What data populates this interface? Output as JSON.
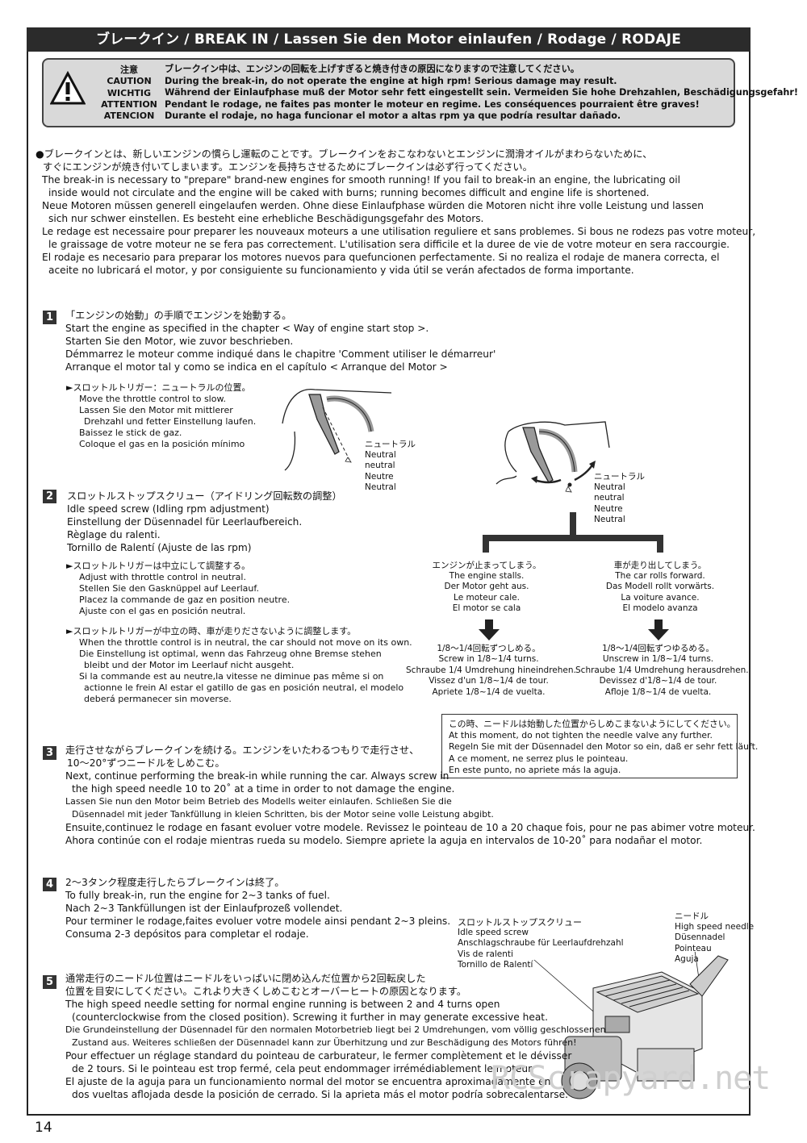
{
  "title": "ブレークイン / BREAK IN / Lassen Sie den Motor einlaufen / Rodage / RODAJE",
  "caution": {
    "labels": [
      "注意",
      "CAUTION",
      "WICHTIG",
      "ATTENTION",
      "ATENCION"
    ],
    "messages": [
      "ブレークイン中は、エンジンの回転を上げすぎると焼き付きの原因になりますので注意してください。",
      "During the break-in, do not operate the engine at high rpm!  Serious damage may result.",
      "Während der Einlaufphase muß der Motor sehr fett eingestellt sein.  Vermeiden Sie hohe Drehzahlen, Beschädigungsgefahr!",
      "Pendant le rodage, ne faites pas monter le moteur en regime.  Les conséquences pourraient être graves!",
      "Durante el rodaje, no haga funcionar el motor a altas rpm ya que podría resultar dañado."
    ]
  },
  "intro": [
    "●ブレークインとは、新しいエンジンの慣らし運転のことです。ブレークインをおこなわないとエンジンに潤滑オイルがまわらないために、",
    "すぐにエンジンが焼き付いてしまいます。エンジンを長持ちさせるためにブレークインは必ず行ってください。",
    "The break-in is necessary to \"prepare\" brand-new engines for smooth running!  If you fail to break-in an engine, the lubricating oil",
    "inside would not circulate and the engine will be caked with burns; running becomes difficult and engine life is shortened.",
    "Neue Motoren müssen generell eingelaufen werden.  Ohne diese Einlaufphase würden die Motoren nicht ihre volle Leistung und lassen",
    "sich nur schwer einstellen.  Es besteht eine erhebliche Beschädigungsgefahr des Motors.",
    "Le redage est necessaire pour preparer les nouveaux moteurs a une utilisation reguliere et sans problemes. Si bous ne rodezs pas votre moteur,",
    "le graissage de votre moteur ne se fera pas correctement.  L'utilisation sera difficile et la duree de vie de votre moteur en sera raccourgie.",
    "El rodaje es necesario para preparar los motores nuevos para quefuncionen perfectamente.  Si no realiza el rodaje de manera correcta, el",
    "aceite no lubricará el motor, y por consiguiente su funcionamiento y vida útil se verán afectados de forma importante."
  ],
  "steps": {
    "s1": {
      "num": "1",
      "lines": [
        "「エンジンの始動」の手順でエンジンを始動する。",
        "Start the engine as specified in the chapter < Way of engine start stop >.",
        "Starten Sie den Motor, wie zuvor beschrieben.",
        "Démmarrez le moteur comme indiqué dans le chapitre 'Comment utiliser le démarreur'",
        "Arranque el motor tal y como se indica en el capítulo < Arranque del Motor >"
      ],
      "sub": [
        "►スロットルトリガー：ニュートラルの位置。",
        "Move the throttle control to slow.",
        "Lassen Sie den Motor mit mittlerer",
        "Drehzahl und fetter Einstellung laufen.",
        "Baissez le stick de gaz.",
        "Coloque el gas en la posición mínimo"
      ]
    },
    "s2": {
      "num": "2",
      "lines": [
        "スロットルストップスクリュー（アイドリング回転数の調整）",
        "Idle speed screw (Idling rpm adjustment)",
        "Einstellung der Düsennadel für Leerlaufbereich.",
        "Règlage du ralenti.",
        "Tornillo de Ralentí (Ajuste de las rpm)"
      ],
      "sub1": [
        "►スロットルトリガーは中立にして調整する。",
        "Adjust with throttle control in neutral.",
        "Stellen Sie den Gasknüppel auf Leerlauf.",
        "Placez la commande de gaz en position neutre.",
        "Ajuste con el gas en posición neutral."
      ],
      "sub2": [
        "►スロットルトリガーが中立の時、車が走りださないように調整します。",
        "When the throttle control is in neutral, the car should not move on its own.",
        "Die Einstellung ist optimal, wenn das Fahrzeug ohne Bremse stehen",
        "bleibt und der Motor im Leerlauf nicht ausgeht.",
        "Si la commande est au neutre,la vitesse ne diminue pas même si on",
        "actionne le frein Al estar el gatillo de gas en posición neutral, el modelo",
        "deberá permanecer sin moverse."
      ]
    },
    "s3": {
      "num": "3",
      "lines": [
        "走行させながらブレークインを続ける。エンジンをいたわるつもりで走行させ、",
        "10〜20°ずつニードルをしめこむ。",
        "Next, continue performing the break-in while running the car.  Always screw in",
        "the high speed needle 10 to 20˚ at a time in order to not damage the engine.",
        "Lassen Sie nun den Motor beim Betrieb des Modells weiter einlaufen.  Schließen Sie die",
        "Düsennadel mit jeder Tankfüllung in kleien Schritten, bis der Motor seine volle Leistung abgibt.",
        "Ensuite,continuez le rodage en fasant evoluer votre modele.  Revissez le pointeau de 10 a 20 chaque fois, pour ne pas abimer votre moteur.",
        "Ahora continúe con el rodaje mientras rueda su modelo.  Siempre apriete la aguja en intervalos de 10-20˚ para nodañar el motor."
      ]
    },
    "s4": {
      "num": "4",
      "lines": [
        "2〜3タンク程度走行したらブレークインは終了。",
        "To fully break-in, run the engine for 2~3 tanks of fuel.",
        "Nach 2~3 Tankfüllungen ist der Einlaufprozeß vollendet.",
        "Pour terminer le rodage,faites evoluer votre modele ainsi pendant 2~3 pleins.",
        "Consuma 2-3 depósitos para completar el rodaje."
      ]
    },
    "s5": {
      "num": "5",
      "lines": [
        "通常走行のニードル位置はニードルをいっぱいに閉め込んだ位置から2回転戻した",
        "位置を目安にしてください。これより大きくしめこむとオーバーヒートの原因となります。",
        "The high speed needle setting for normal engine running is between 2 and 4 turns open",
        "(counterclockwise from the closed position). Screwing it further in may generate excessive heat.",
        "Die Grundeinstellung der Düsennadel für den normalen Motorbetrieb liegt bei 2 Umdrehungen, vom völlig geschlossenen",
        "Zustand aus. Weiteres schließen der Düsennadel kann zur Überhitzung und zur Beschädigung des Motors führen!",
        "Pour effectuer un réglage standard du pointeau de carburateur, le fermer complètement et le dévisser",
        "de 2 tours. Si le pointeau est trop fermé, cela peut endommager irrémédiablement le moteur.",
        "El ajuste de la aguja para un funcionamiento normal del motor se encuentra aproximadamente en",
        "dos vueltas aflojada desde la posición de cerrado. Si la aprieta más el motor podría sobrecalentarse."
      ]
    }
  },
  "neutral1": [
    "ニュートラル",
    "Neutral",
    "neutral",
    "Neutre",
    "Neutral"
  ],
  "neutral2": [
    "ニュートラル",
    "Neutral",
    "neutral",
    "Neutre",
    "Neutral"
  ],
  "left_branch": {
    "result": [
      "エンジンが止まってしまう。",
      "The engine stalls.",
      "Der Motor geht aus.",
      "Le moteur cale.",
      "El motor se cala"
    ],
    "action": [
      "1/8〜1/4回転ずつしめる。",
      "Screw in 1/8~1/4 turns.",
      "Schraube 1/4 Umdrehung hineindrehen.",
      "Vissez d'un 1/8~1/4 de tour.",
      "Apriete 1/8~1/4 de vuelta."
    ]
  },
  "right_branch": {
    "result": [
      "車が走り出してしまう。",
      "The car rolls forward.",
      "Das Modell rollt vorwärts.",
      "La voiture avance.",
      "El modelo avanza"
    ],
    "action": [
      "1/8〜1/4回転ずつゆるめる。",
      "Unscrew in 1/8~1/4 turns.",
      "Schraube 1/4 Umdrehung herausdrehen.",
      "Devissez d'1/8~1/4 de tour.",
      "Afloje 1/8~1/4 de vuelta."
    ]
  },
  "note": [
    "この時、ニードルは始動した位置からしめこまないようにしてください。",
    "At this moment, do not tighten the needle valve any further.",
    "Regeln Sie mit der Düsennadel den Motor so ein, daß er sehr fett läuft.",
    "A ce moment, ne serrez plus le pointeau.",
    "En este punto, no apriete más la aguja."
  ],
  "engine_labels": {
    "idle": [
      "スロットルストップスクリュー",
      "Idle speed screw",
      "Anschlagschraube für Leerlaufdrehzahl",
      "Vis de ralenti",
      "Tornillo de Ralentí"
    ],
    "needle": [
      "ニードル",
      "High speed needle",
      "Düsennadel",
      "Pointeau",
      "Aguja"
    ]
  },
  "page_number": "14",
  "watermark": "RCScrapyard.net"
}
